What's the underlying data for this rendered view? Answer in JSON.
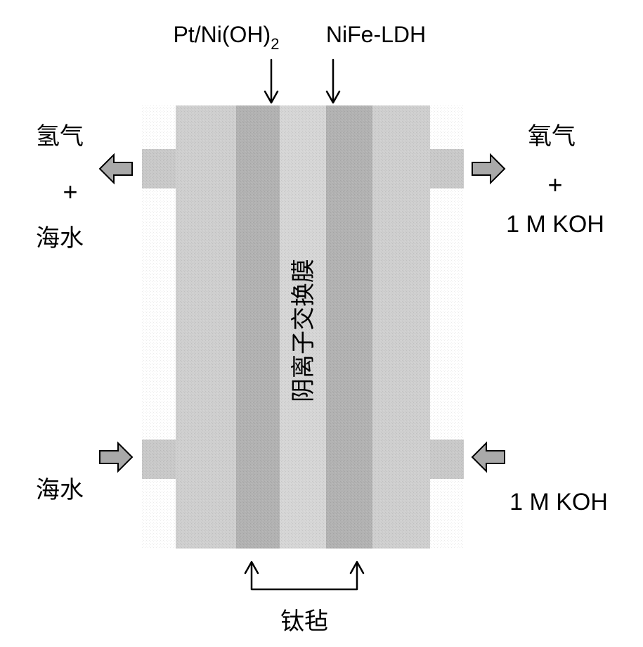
{
  "labels": {
    "cathode_catalyst": "Pt/Ni(OH)",
    "cathode_catalyst_sub": "2",
    "anode_catalyst": "NiFe-LDH",
    "membrane": "阴离子交换膜",
    "titanium_felt": "钛毡"
  },
  "left_side": {
    "outlet_line1": "氢气",
    "outlet_plus": "+",
    "outlet_line2": "海水",
    "inlet": "海水"
  },
  "right_side": {
    "outlet_line1": "氧气",
    "outlet_plus": "+",
    "outlet_line2": "1 M KOH",
    "inlet": "1 M KOH"
  },
  "colors": {
    "outer_plate": "#cfcfcf",
    "catalyst_layer": "#b2b2b2",
    "membrane": "#d6d6d6",
    "port": "#c9c9c9",
    "flow_arrow_fill": "#a9a9a9",
    "line": "#000000"
  }
}
